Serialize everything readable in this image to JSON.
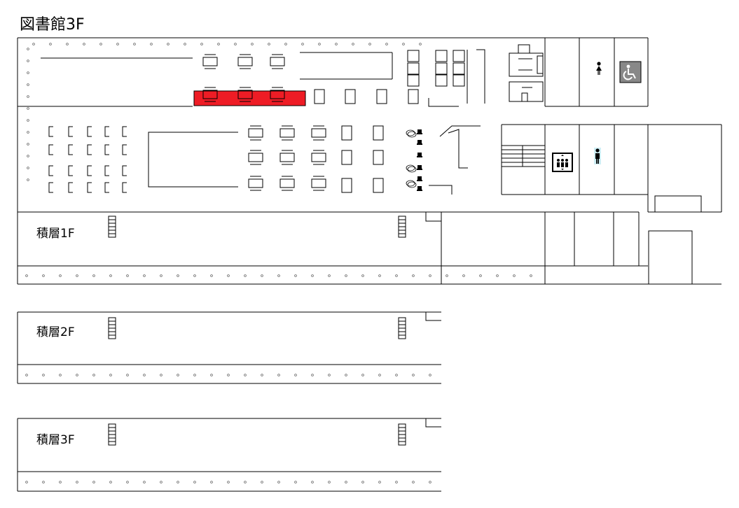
{
  "map": {
    "title": "図書館3F",
    "highlight_color": "#ee1c25",
    "stacks": [
      {
        "label": "積層1F"
      },
      {
        "label": "積層2F"
      },
      {
        "label": "積層3F"
      }
    ],
    "icons": {
      "women": "women-restroom-icon",
      "men": "men-restroom-icon",
      "accessible": "wheelchair-icon",
      "elevator": "elevator-icon",
      "pc": "computer-icon",
      "stairs": "stairs-icon"
    }
  }
}
